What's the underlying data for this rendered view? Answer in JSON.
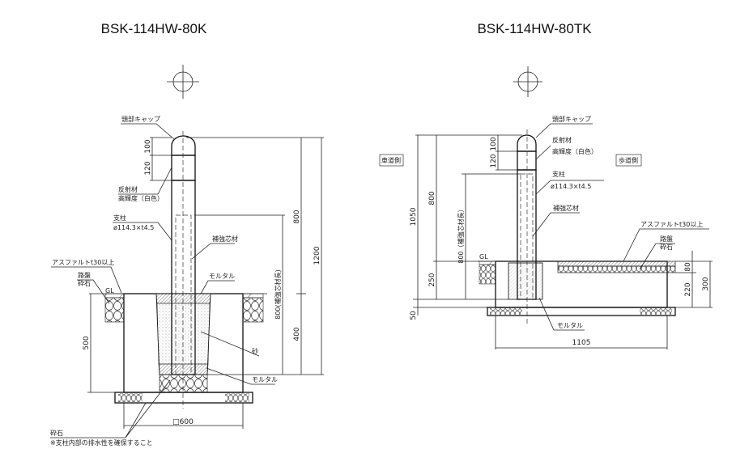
{
  "left": {
    "title": "BSK-114HW-80K",
    "labels": {
      "cap": "頭部キャップ",
      "reflector1": "反射材",
      "reflector2": "高輝度（白色）",
      "post1": "支柱",
      "post2": "ø114.3×t4.5",
      "core": "補強芯材",
      "asphalt": "アスファルトt30以上",
      "roadbed1": "路盤",
      "roadbed2": "砕石",
      "gl": "GL",
      "mortar_top": "モルタル",
      "sand": "砂",
      "mortar_bottom": "モルタル",
      "gravel": "砕石",
      "note": "※支柱内部の排水性を確保すること"
    },
    "dims": {
      "cap": "100",
      "reflector": "120",
      "above_core": "800",
      "total": "1200",
      "core_len": "800(補強芯材長)",
      "below": "400",
      "depth": "500",
      "width": "□600"
    }
  },
  "right": {
    "title": "BSK-114HW-80TK",
    "labels": {
      "roadway": "車道側",
      "sidewalk": "歩道側",
      "cap": "頭部キャップ",
      "reflector1": "反射材",
      "reflector2": "高輝度（白色）",
      "post1": "支柱",
      "post2": "ø114.3×t4.5",
      "core": "補強芯材",
      "asphalt": "アスファルトt30以上",
      "roadbed1": "路盤",
      "roadbed2": "砕石",
      "gl": "GL",
      "mortar": "モルタル"
    },
    "dims": {
      "cap": "100",
      "reflector": "120",
      "total": "1050",
      "above": "800",
      "core_len": "800（補強芯材長）",
      "below": "250",
      "base": "50",
      "asphalt_layer": "80",
      "concrete": "220",
      "depth": "300",
      "width": "1105"
    }
  }
}
